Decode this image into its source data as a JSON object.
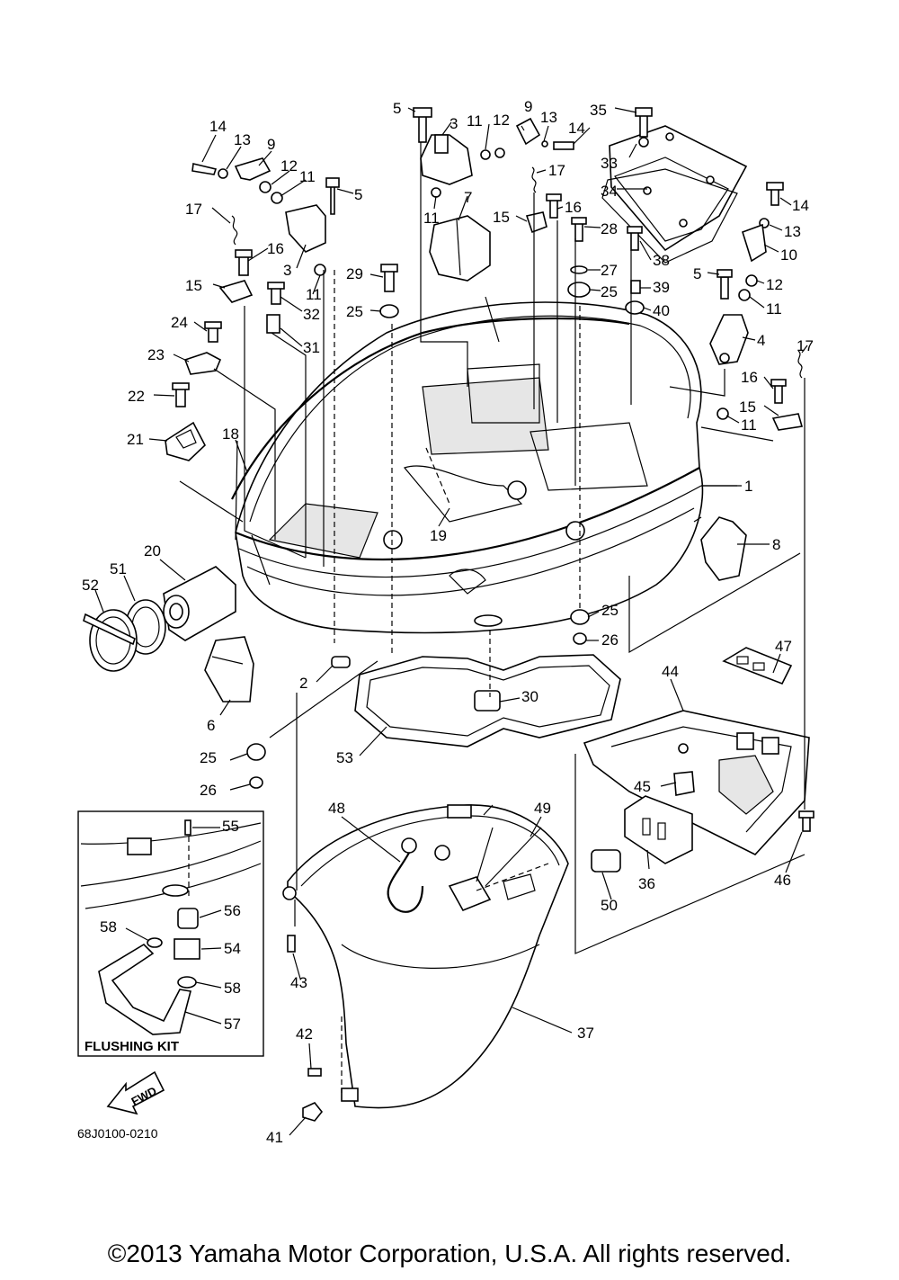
{
  "diagram": {
    "callouts": [
      {
        "id": "c-14a",
        "text": "14"
      },
      {
        "id": "c-13a",
        "text": "13"
      },
      {
        "id": "c-9a",
        "text": "9"
      },
      {
        "id": "c-12a",
        "text": "12"
      },
      {
        "id": "c-11a",
        "text": "11"
      },
      {
        "id": "c-5a",
        "text": "5"
      },
      {
        "id": "c-17a",
        "text": "17"
      },
      {
        "id": "c-16a",
        "text": "16"
      },
      {
        "id": "c-3a",
        "text": "3"
      },
      {
        "id": "c-11b",
        "text": "11"
      },
      {
        "id": "c-15a",
        "text": "15"
      },
      {
        "id": "c-32",
        "text": "32"
      },
      {
        "id": "c-29",
        "text": "29"
      },
      {
        "id": "c-25a",
        "text": "25"
      },
      {
        "id": "c-31",
        "text": "31"
      },
      {
        "id": "c-24",
        "text": "24"
      },
      {
        "id": "c-23",
        "text": "23"
      },
      {
        "id": "c-22",
        "text": "22"
      },
      {
        "id": "c-21",
        "text": "21"
      },
      {
        "id": "c-18",
        "text": "18"
      },
      {
        "id": "c-5b",
        "text": "5"
      },
      {
        "id": "c-3b",
        "text": "3"
      },
      {
        "id": "c-11c",
        "text": "11"
      },
      {
        "id": "c-12b",
        "text": "12"
      },
      {
        "id": "c-9b",
        "text": "9"
      },
      {
        "id": "c-13b",
        "text": "13"
      },
      {
        "id": "c-14b",
        "text": "14"
      },
      {
        "id": "c-35",
        "text": "35"
      },
      {
        "id": "c-11d",
        "text": "11"
      },
      {
        "id": "c-17b",
        "text": "17"
      },
      {
        "id": "c-33",
        "text": "33"
      },
      {
        "id": "c-7",
        "text": "7"
      },
      {
        "id": "c-15b",
        "text": "15"
      },
      {
        "id": "c-16b",
        "text": "16"
      },
      {
        "id": "c-34",
        "text": "34"
      },
      {
        "id": "c-14c",
        "text": "14"
      },
      {
        "id": "c-13c",
        "text": "13"
      },
      {
        "id": "c-10",
        "text": "10"
      },
      {
        "id": "c-28",
        "text": "28"
      },
      {
        "id": "c-38",
        "text": "38"
      },
      {
        "id": "c-27",
        "text": "27"
      },
      {
        "id": "c-25b",
        "text": "25"
      },
      {
        "id": "c-39",
        "text": "39"
      },
      {
        "id": "c-40",
        "text": "40"
      },
      {
        "id": "c-5c",
        "text": "5"
      },
      {
        "id": "c-12c",
        "text": "12"
      },
      {
        "id": "c-11e",
        "text": "11"
      },
      {
        "id": "c-4",
        "text": "4"
      },
      {
        "id": "c-17c",
        "text": "17"
      },
      {
        "id": "c-16c",
        "text": "16"
      },
      {
        "id": "c-15c",
        "text": "15"
      },
      {
        "id": "c-11f",
        "text": "11"
      },
      {
        "id": "c-1",
        "text": "1"
      },
      {
        "id": "c-19",
        "text": "19"
      },
      {
        "id": "c-8",
        "text": "8"
      },
      {
        "id": "c-20",
        "text": "20"
      },
      {
        "id": "c-51",
        "text": "51"
      },
      {
        "id": "c-52",
        "text": "52"
      },
      {
        "id": "c-25c",
        "text": "25"
      },
      {
        "id": "c-26a",
        "text": "26"
      },
      {
        "id": "c-2",
        "text": "2"
      },
      {
        "id": "c-47",
        "text": "47"
      },
      {
        "id": "c-6",
        "text": "6"
      },
      {
        "id": "c-44",
        "text": "44"
      },
      {
        "id": "c-30",
        "text": "30"
      },
      {
        "id": "c-53",
        "text": "53"
      },
      {
        "id": "c-25d",
        "text": "25"
      },
      {
        "id": "c-26b",
        "text": "26"
      },
      {
        "id": "c-45",
        "text": "45"
      },
      {
        "id": "c-48",
        "text": "48"
      },
      {
        "id": "c-49",
        "text": "49"
      },
      {
        "id": "c-55",
        "text": "55"
      },
      {
        "id": "c-36",
        "text": "36"
      },
      {
        "id": "c-46",
        "text": "46"
      },
      {
        "id": "c-50",
        "text": "50"
      },
      {
        "id": "c-56",
        "text": "56"
      },
      {
        "id": "c-58a",
        "text": "58"
      },
      {
        "id": "c-54",
        "text": "54"
      },
      {
        "id": "c-43",
        "text": "43"
      },
      {
        "id": "c-58b",
        "text": "58"
      },
      {
        "id": "c-57",
        "text": "57"
      },
      {
        "id": "c-37",
        "text": "37"
      },
      {
        "id": "c-42",
        "text": "42"
      },
      {
        "id": "c-41",
        "text": "41"
      }
    ],
    "flushing_kit_title": "FLUSHING KIT",
    "fwd_label": "FWD",
    "part_code": "68J0100-0210"
  },
  "copyright": "©2013 Yamaha Motor Corporation, U.S.A. All rights reserved."
}
